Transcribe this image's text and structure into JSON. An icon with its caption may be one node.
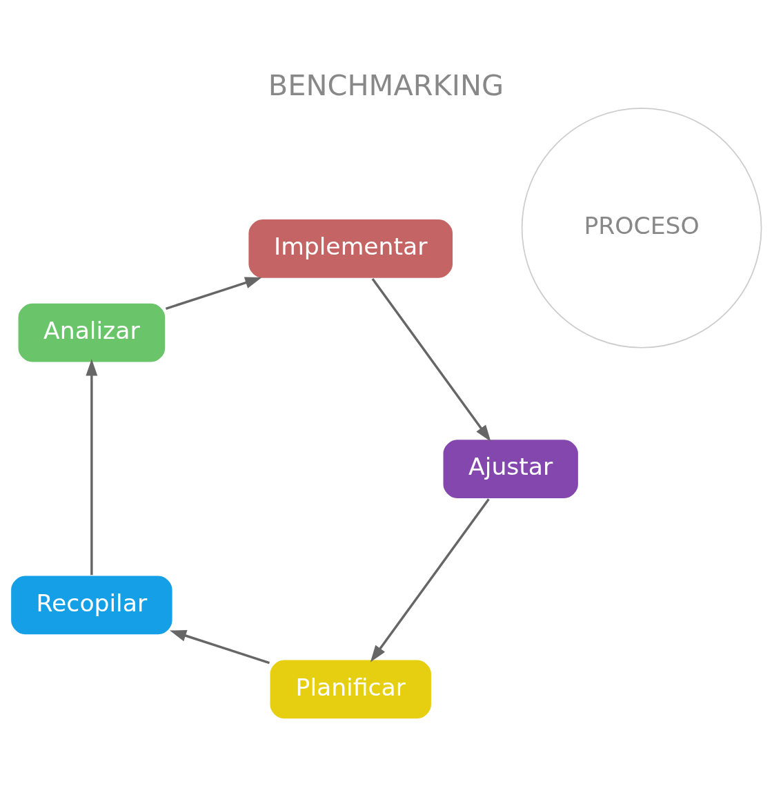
{
  "diagram": {
    "title": "BENCHMARKING",
    "nodes": [
      {
        "text": [
          "Planificar"
        ]
      },
      {
        "text": [
          "Recopilar"
        ]
      },
      {
        "text": [
          "Analizar"
        ]
      },
      {
        "text": [
          "Implementar"
        ]
      },
      {
        "text": [
          "Ajustar"
        ]
      },
      {
        "text": [
          "PROCESO"
        ]
      }
    ],
    "edges": [
      {
        "from": 0,
        "to": 1,
        "arrow": "to"
      },
      {
        "from": 1,
        "to": 2,
        "arrow": "to"
      },
      {
        "from": 2,
        "to": 3,
        "arrow": "to"
      },
      {
        "from": 3,
        "to": 4,
        "arrow": "to"
      },
      {
        "from": 4,
        "to": 0,
        "arrow": "to"
      }
    ]
  }
}
